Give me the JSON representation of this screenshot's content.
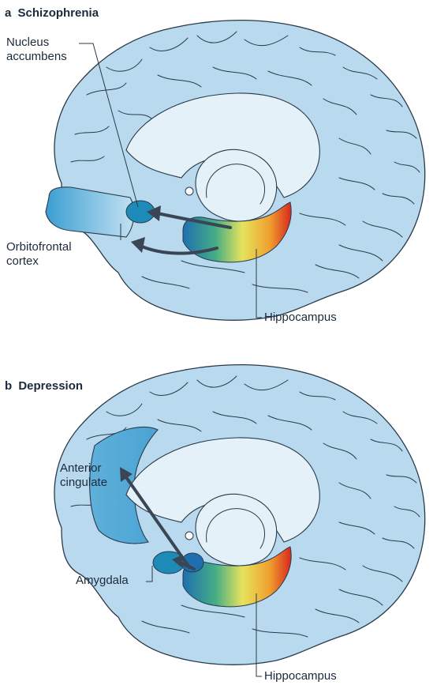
{
  "panels": [
    {
      "letter": "a",
      "title": "Schizophrenia",
      "labels": {
        "nucleus_accumbens_line1": "Nucleus",
        "nucleus_accumbens_line2": "accumbens",
        "orbitofrontal_line1": "Orbitofrontal",
        "orbitofrontal_line2": "cortex",
        "hippocampus": "Hippocampus"
      }
    },
    {
      "letter": "b",
      "title": "Depression",
      "labels": {
        "anterior_cingulate_line1": "Anterior",
        "anterior_cingulate_line2": "cingulate",
        "amygdala": "Amygdala",
        "hippocampus": "Hippocampus"
      }
    }
  ],
  "colors": {
    "brain": "#b9d9ee",
    "region_blue": "#2a8fc4",
    "hippocampus_gradient": [
      "#1f6fb0",
      "#49b07a",
      "#e8e05a",
      "#f0a030",
      "#d8281e"
    ],
    "arrow": "#3a4655"
  }
}
